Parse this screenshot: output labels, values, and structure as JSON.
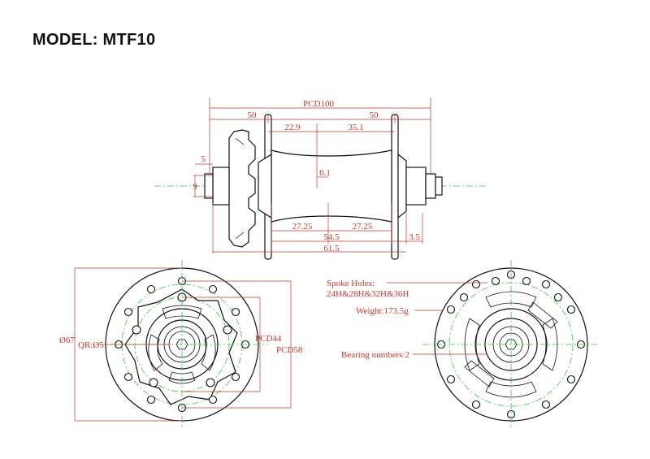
{
  "header": {
    "title": "MODEL:  MTF10"
  },
  "side_view": {
    "pcd": "PCD100",
    "left_half": "50",
    "right_half": "50",
    "left_inner": "22.9",
    "right_inner": "35.1",
    "center_offset": "6.1",
    "axle_left": "5",
    "axle_dia": "9",
    "flange_left": "27.25",
    "flange_right": "27.25",
    "body_length": "54.5",
    "overall_length": "61.5",
    "endcap": "3.5"
  },
  "front_view": {
    "outer_dia": "Ø67",
    "qr": "QR:Ø5",
    "pcd_inner": "PCD44",
    "pcd_outer": "PCD58"
  },
  "notes": {
    "spoke_holes_label": "Spoke Holes:",
    "spoke_holes_value": "24H&28H&32H&36H",
    "weight": "Weight:173.5g",
    "bearing": "Bearing numbers:2"
  }
}
